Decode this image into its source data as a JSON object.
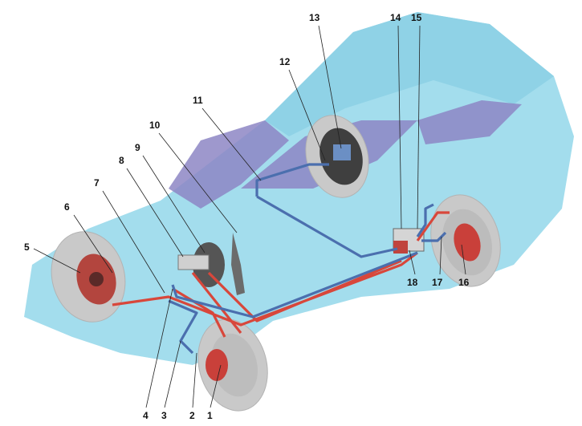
{
  "diagram": {
    "subject": "brake-system-layout",
    "callouts": [
      "1",
      "2",
      "3",
      "4",
      "5",
      "6",
      "7",
      "8",
      "9",
      "10",
      "11",
      "12",
      "13",
      "14",
      "15",
      "16",
      "17",
      "18"
    ],
    "colors": {
      "body": "#9fdcec",
      "windows": "#8d86c4",
      "front_circuit": "#d8473b",
      "rear_circuit": "#4b6fae",
      "tire": "#c9c9c9"
    }
  }
}
